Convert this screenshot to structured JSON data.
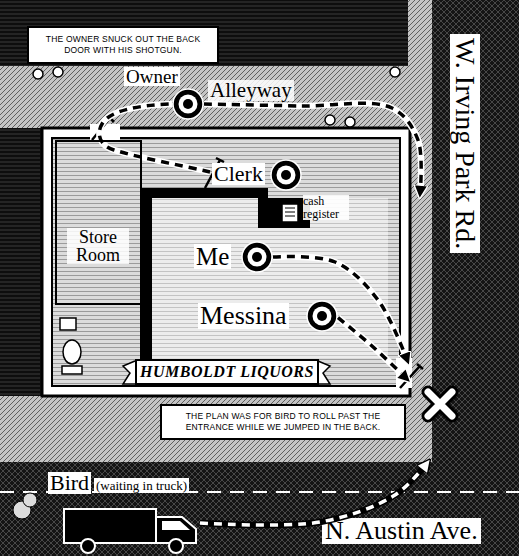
{
  "diagram": {
    "nodes": [
      {
        "text": [
          "THE OWNER SNUCK OUT THE BACK DOOR WITH HIS SHOTGUN."
        ]
      },
      {
        "text": [
          "Alleyway"
        ]
      },
      {
        "text": [
          "Owner"
        ],
        "in": 1
      },
      {
        "text": [
          "W. Irving Park Rd."
        ]
      },
      {
        "text": [
          "Clerk"
        ]
      },
      {
        "text": [
          "cash register"
        ]
      },
      {
        "text": [
          "Store Room"
        ]
      },
      {
        "text": [
          "Me"
        ]
      },
      {
        "text": [
          "Messina"
        ]
      },
      {
        "text": [
          "HUMBOLDT LIQUORS"
        ]
      },
      {
        "text": [
          "THE PLAN WAS FOR BIRD TO ROLL PAST THE ENTRANCE WHILE WE JUMPED IN THE BACK."
        ]
      },
      {
        "text": [
          "N. Austin Ave."
        ]
      },
      {
        "text": [
          "Bird",
          "(waiting in truck)"
        ],
        "in": 11
      }
    ],
    "edges": [
      {
        "from": 2,
        "to": 3,
        "arrow": "to"
      },
      {
        "from": 7,
        "to": 3,
        "arrow": "to"
      },
      {
        "from": 8,
        "to": 3,
        "arrow": "to"
      },
      {
        "from": 12,
        "to": 3,
        "arrow": "to"
      }
    ]
  }
}
